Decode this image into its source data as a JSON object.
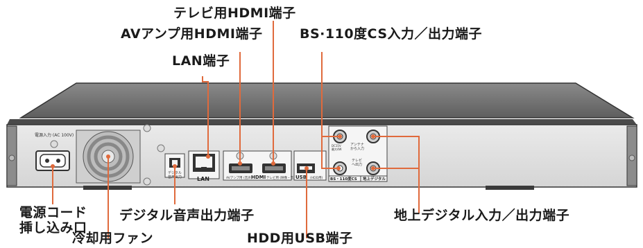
{
  "callouts": {
    "tv_hdmi": "テレビ用HDMI端子",
    "av_amp_hdmi": "AVアンプ用HDMI端子",
    "lan": "LAN端子",
    "bs_cs": "BS·110度CS入力／出力端子",
    "power_line1": "電源コード",
    "power_line2": "挿し込み口",
    "digital_audio": "デジタル音声出力端子",
    "terrestrial": "地上デジタル入力／出力端子",
    "fan": "冷却用ファン",
    "hdd_usb": "HDD用USB端子"
  },
  "device": {
    "power_label": "電源入力 (AC 100V)",
    "digital_audio_label_1": "デジタル",
    "digital_audio_label_2": "音声出力",
    "lan_label": "LAN",
    "hdmi_label": "HDMI",
    "hdmi_sub_av": "AVアンプ用 (音声)",
    "hdmi_sub_tv": "テレビ用 (映像・音声)",
    "usb_label": "USB",
    "usb_sub": "(HDD用)",
    "antenna_in_1": "アンテナ",
    "antenna_in_2": "から入力",
    "tv_out_1": "テレビ",
    "tv_out_2": "へ出力",
    "bs_cs_label": "BS・110度CS",
    "terrestrial_label": "地上デジタル",
    "dc_out_1": "DC15V",
    "dc_out_2": "最大4W"
  },
  "colors": {
    "leader": "#e06a3c",
    "body": "#5a5a5a",
    "panel": "#e9e9e9"
  }
}
